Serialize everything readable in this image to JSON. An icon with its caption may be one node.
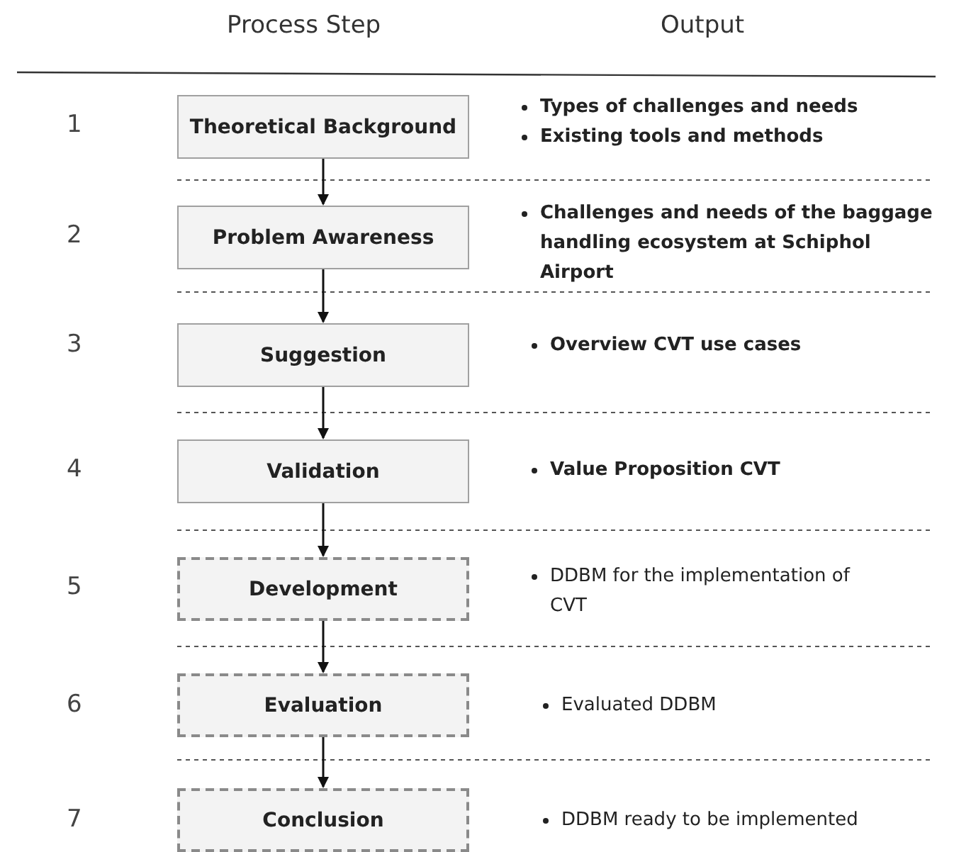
{
  "diagram": {
    "nodes": [
      {
        "text": [
          "Theoretical Background"
        ]
      },
      {
        "text": [
          "Problem Awareness"
        ]
      },
      {
        "text": [
          "Suggestion"
        ]
      },
      {
        "text": [
          "Validation"
        ]
      },
      {
        "text": [
          "Development"
        ]
      },
      {
        "text": [
          "Evaluation"
        ]
      },
      {
        "text": [
          "Conclusion"
        ]
      }
    ],
    "edges": [
      {
        "from": 0,
        "to": 1,
        "arrow": "to"
      },
      {
        "from": 1,
        "to": 2,
        "arrow": "to"
      },
      {
        "from": 2,
        "to": 3,
        "arrow": "to"
      },
      {
        "from": 3,
        "to": 4,
        "arrow": "to"
      },
      {
        "from": 4,
        "to": 5,
        "arrow": "to"
      },
      {
        "from": 5,
        "to": 6,
        "arrow": "to"
      }
    ],
    "labels": [
      "Process Step",
      "Output",
      "1",
      "Types of challenges and needs",
      "Existing tools and methods",
      "2",
      "Challenges and needs of the baggage handling ecosystem at Schiphol Airport",
      "3",
      "Overview CVT use cases",
      "4",
      "Value Proposition CVT",
      "5",
      "DDBM for the implementation of CVT",
      "6",
      "Evaluated DDBM",
      "7",
      "DDBM ready to be implemented"
    ]
  }
}
